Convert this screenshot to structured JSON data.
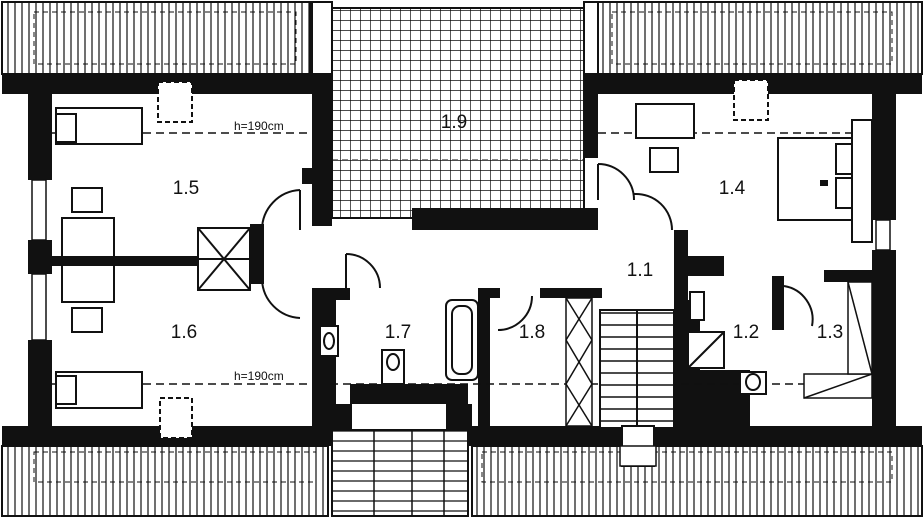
{
  "rooms": {
    "r15": "1.5",
    "r16": "1.6",
    "r17": "1.7",
    "r18": "1.8",
    "r19": "1.9",
    "r11": "1.1",
    "r12": "1.2",
    "r13": "1.3",
    "r14": "1.4"
  },
  "notes": {
    "height_top": "h=190cm",
    "height_bottom": "h=190cm"
  }
}
